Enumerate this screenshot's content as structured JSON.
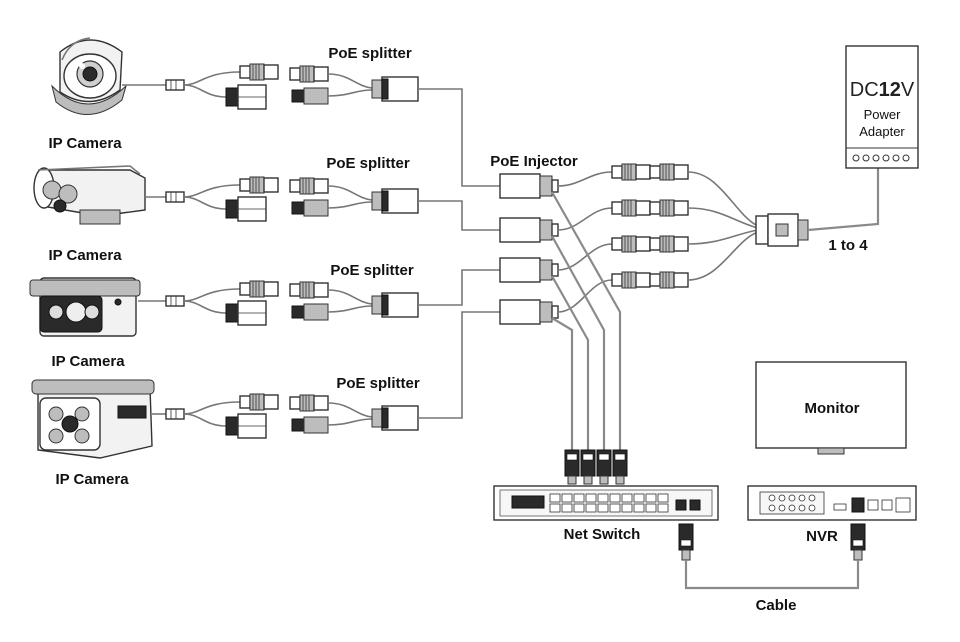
{
  "labels": {
    "ip_camera": "IP Camera",
    "poe_splitter": "PoE splitter",
    "poe_injector": "PoE Injector",
    "dc_prefix": "DC",
    "dc_volt": "12",
    "dc_suffix": "V",
    "power": "Power",
    "adapter": "Adapter",
    "one_to_four": "1 to 4",
    "monitor": "Monitor",
    "net_switch": "Net Switch",
    "nvr": "NVR",
    "cable": "Cable"
  },
  "colors": {
    "wire": "#777777",
    "line": "#333333",
    "dark": "#2a2a2a"
  },
  "cameras": [
    {
      "type": "dome-camera-icon"
    },
    {
      "type": "bullet-camera-icon"
    },
    {
      "type": "box-camera-icon"
    },
    {
      "type": "bullet-camera-icon"
    }
  ]
}
